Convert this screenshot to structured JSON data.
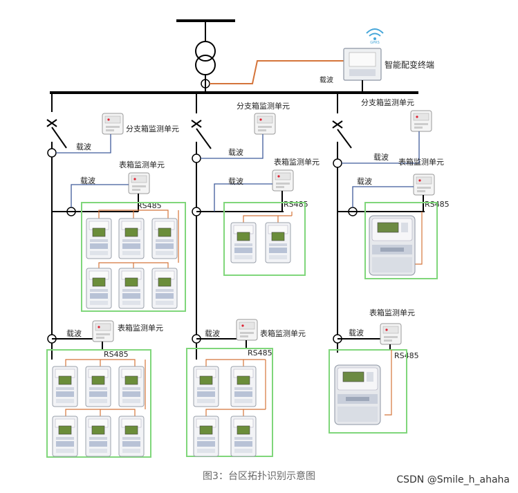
{
  "diagram": {
    "terminal_label": "智能配变终端",
    "terminal_carrier": "载波",
    "gprs_label": "GPRS",
    "branch_units": [
      {
        "label": "分支箱监测单元"
      },
      {
        "label": "分支箱监测单元"
      },
      {
        "label": "分支箱监测单元"
      }
    ],
    "carrier_label": "载波",
    "meter_box_label": "表箱监测单元",
    "rs485_label": "RS485"
  },
  "caption": "图3：台区拓扑识别示意图",
  "watermark": "CSDN @Smile_h_ahaha",
  "colors": {
    "bus": "#000000",
    "orange_line": "#d4743a",
    "blue_line": "#3f5a9a",
    "green_box": "#7fd67a"
  }
}
